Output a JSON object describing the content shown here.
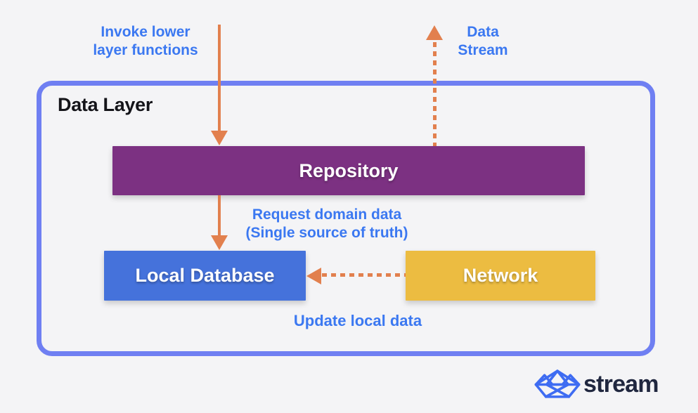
{
  "colors": {
    "background": "#f4f4f6",
    "frame_border": "#6f7ff2",
    "repository_fill": "#7c3182",
    "local_database_fill": "#4572db",
    "network_fill": "#ecbc41",
    "arrow_orange": "#e2804e",
    "annotation_blue": "#3b78f1",
    "title_black": "#141419",
    "logo_navy": "#20273f",
    "logo_blue": "#3e6cf2"
  },
  "frame": {
    "title": "Data Layer"
  },
  "nodes": {
    "repository": "Repository",
    "local_database": "Local Database",
    "network": "Network"
  },
  "labels": {
    "invoke_line1": "Invoke lower",
    "invoke_line2": "layer functions",
    "data_stream_line1": "Data",
    "data_stream_line2": "Stream",
    "request_line1": "Request domain data",
    "request_line2": "(Single source of truth)",
    "update_local": "Update local data"
  },
  "footer": {
    "logo_icon": "paper-boat-icon",
    "logo_text": "stream"
  }
}
